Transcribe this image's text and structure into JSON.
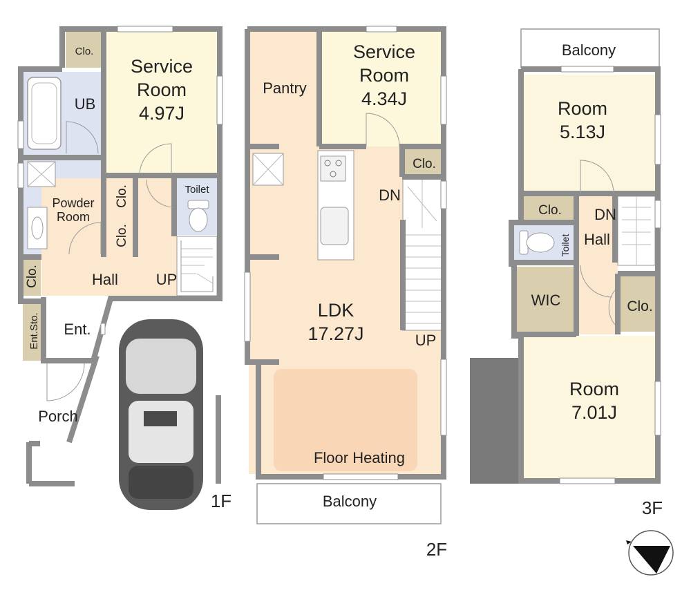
{
  "colors": {
    "wall": "#8c8c8c",
    "room": "#fbf6dd",
    "service": "#fdf8dc",
    "ldk": "#fbe8cf",
    "wet": "#dde3f1",
    "closet": "#d9cfaf",
    "hall": "#fbe8cf",
    "heating": "#f9d6b6",
    "car": "#5b5b5b"
  },
  "floors": {
    "f1": {
      "label": "1F",
      "rooms": {
        "clo_top": "Clo.",
        "service_line1": "Service",
        "service_line2": "Room",
        "service_size": "4.97J",
        "ub": "UB",
        "clo_mid1": "Clo.",
        "clo_mid2": "Clo.",
        "toilet": "Toilet",
        "powder_line1": "Powder",
        "powder_line2": "Room",
        "clo_left": "Clo.",
        "hall": "Hall",
        "up": "UP",
        "entsto": "Ent.Sto.",
        "ent": "Ent.",
        "porch": "Porch"
      }
    },
    "f2": {
      "label": "2F",
      "rooms": {
        "pantry": "Pantry",
        "service_line1": "Service",
        "service_line2": "Room",
        "service_size": "4.34J",
        "clo": "Clo.",
        "dn": "DN",
        "ldk": "LDK",
        "ldk_size": "17.27J",
        "up": "UP",
        "floor_heating": "Floor Heating",
        "balcony": "Balcony"
      }
    },
    "f3": {
      "label": "3F",
      "rooms": {
        "balcony": "Balcony",
        "room1": "Room",
        "room1_size": "5.13J",
        "clo1": "Clo.",
        "dn": "DN",
        "hall": "Hall",
        "toilet": "Toilet",
        "wic": "WIC",
        "clo2": "Clo.",
        "room2": "Room",
        "room2_size": "7.01J"
      }
    }
  },
  "icons": {
    "compass": "north-arrow-icon",
    "car": "car-icon",
    "bathtub": "bathtub-icon",
    "toilet": "toilet-icon",
    "sink": "sink-icon",
    "stove": "stove-icon",
    "stairs": "stairs-icon"
  }
}
